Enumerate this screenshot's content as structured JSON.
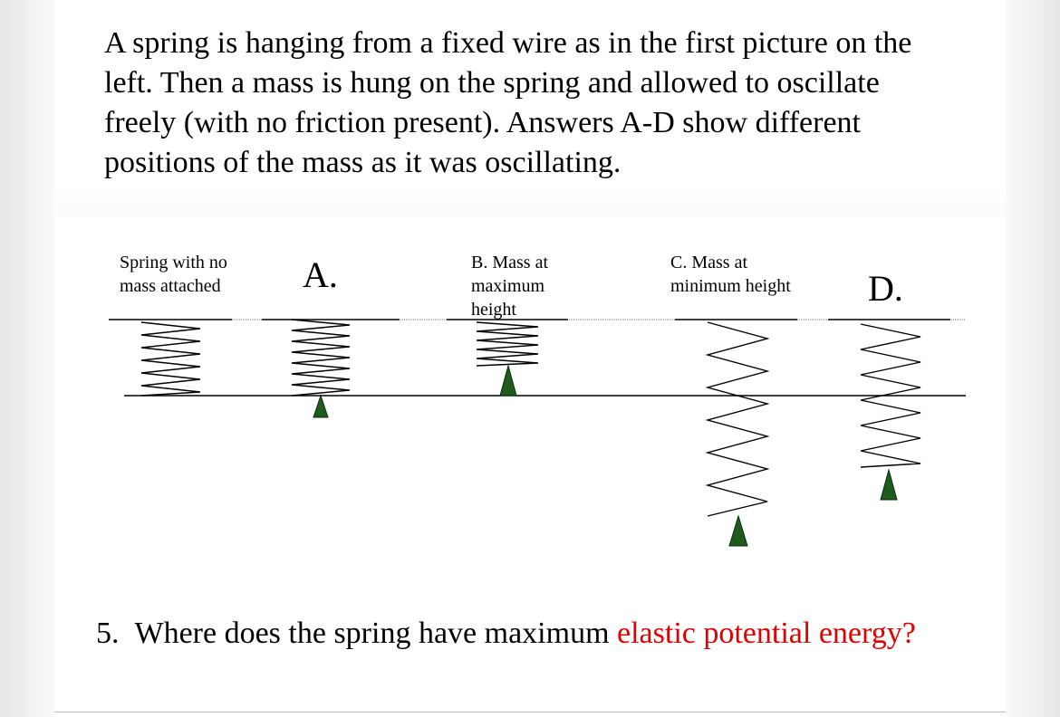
{
  "intro": "A spring is hanging from a fixed wire as in the first picture on the left. Then a mass is hung on the spring and allowed to oscillate freely (with no friction present). Answers A-D show different positions of the mass as it was oscillating.",
  "labels": {
    "no_mass_line1": "Spring with no",
    "no_mass_line2": "mass attached",
    "a": "A.",
    "b_line1": "B. Mass at",
    "b_line2": "maximum",
    "b_line3": "height",
    "c_line1": "C. Mass at",
    "c_line2": "minimum height",
    "d": "D."
  },
  "question": {
    "number": "5.",
    "text": "Where does the spring have maximum",
    "highlight": "elastic potential energy?"
  },
  "colors": {
    "mass": "#1f5a1f",
    "highlight": "#e00000"
  }
}
